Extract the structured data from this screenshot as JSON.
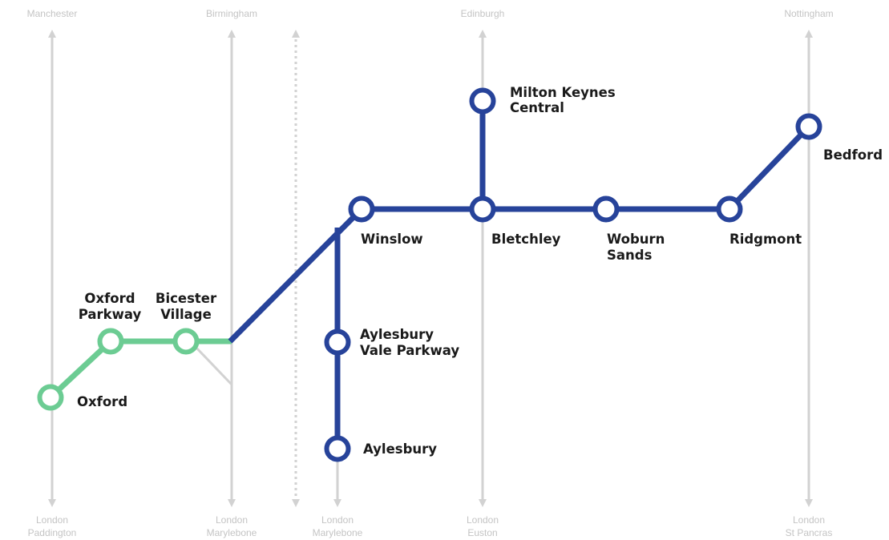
{
  "colors": {
    "east_west_line": "#27439a",
    "existing_line": "#6ccc93",
    "mainline": "#d2d2d2",
    "station_fill": "#ffffff",
    "label_text": "#1a1a1a",
    "mainline_label_text": "#c4c4c4"
  },
  "mainlines": [
    {
      "id": "west-coast",
      "top_label": "Manchester",
      "bottom_label": [
        "London",
        "Paddington"
      ]
    },
    {
      "id": "chiltern",
      "top_label": "Birmingham",
      "bottom_label": [
        "London",
        "Marylebone"
      ]
    },
    {
      "id": "dotted",
      "top_label": "",
      "bottom_label": []
    },
    {
      "id": "aylesbury",
      "top_label": "",
      "bottom_label": [
        "London",
        "Marylebone"
      ]
    },
    {
      "id": "wcml",
      "top_label": "Edinburgh",
      "bottom_label": [
        "London",
        "Euston"
      ]
    },
    {
      "id": "midland",
      "top_label": "Nottingham",
      "bottom_label": [
        "London",
        "St Pancras"
      ]
    }
  ],
  "stations": [
    {
      "id": "oxford",
      "name": [
        "Oxford"
      ],
      "line": "existing"
    },
    {
      "id": "oxford-parkway",
      "name": [
        "Oxford",
        "Parkway"
      ],
      "line": "existing"
    },
    {
      "id": "bicester-village",
      "name": [
        "Bicester",
        "Village"
      ],
      "line": "existing"
    },
    {
      "id": "winslow",
      "name": [
        "Winslow"
      ],
      "line": "east_west"
    },
    {
      "id": "bletchley",
      "name": [
        "Bletchley"
      ],
      "line": "east_west"
    },
    {
      "id": "woburn-sands",
      "name": [
        "Woburn",
        "Sands"
      ],
      "line": "east_west"
    },
    {
      "id": "ridgmont",
      "name": [
        "Ridgmont"
      ],
      "line": "east_west"
    },
    {
      "id": "bedford",
      "name": [
        "Bedford"
      ],
      "line": "east_west"
    },
    {
      "id": "milton-keynes-central",
      "name": [
        "Milton Keynes",
        "Central"
      ],
      "line": "east_west"
    },
    {
      "id": "aylesbury-vale-parkway",
      "name": [
        "Aylesbury",
        "Vale Parkway"
      ],
      "line": "east_west"
    },
    {
      "id": "aylesbury",
      "name": [
        "Aylesbury"
      ],
      "line": "east_west"
    }
  ]
}
